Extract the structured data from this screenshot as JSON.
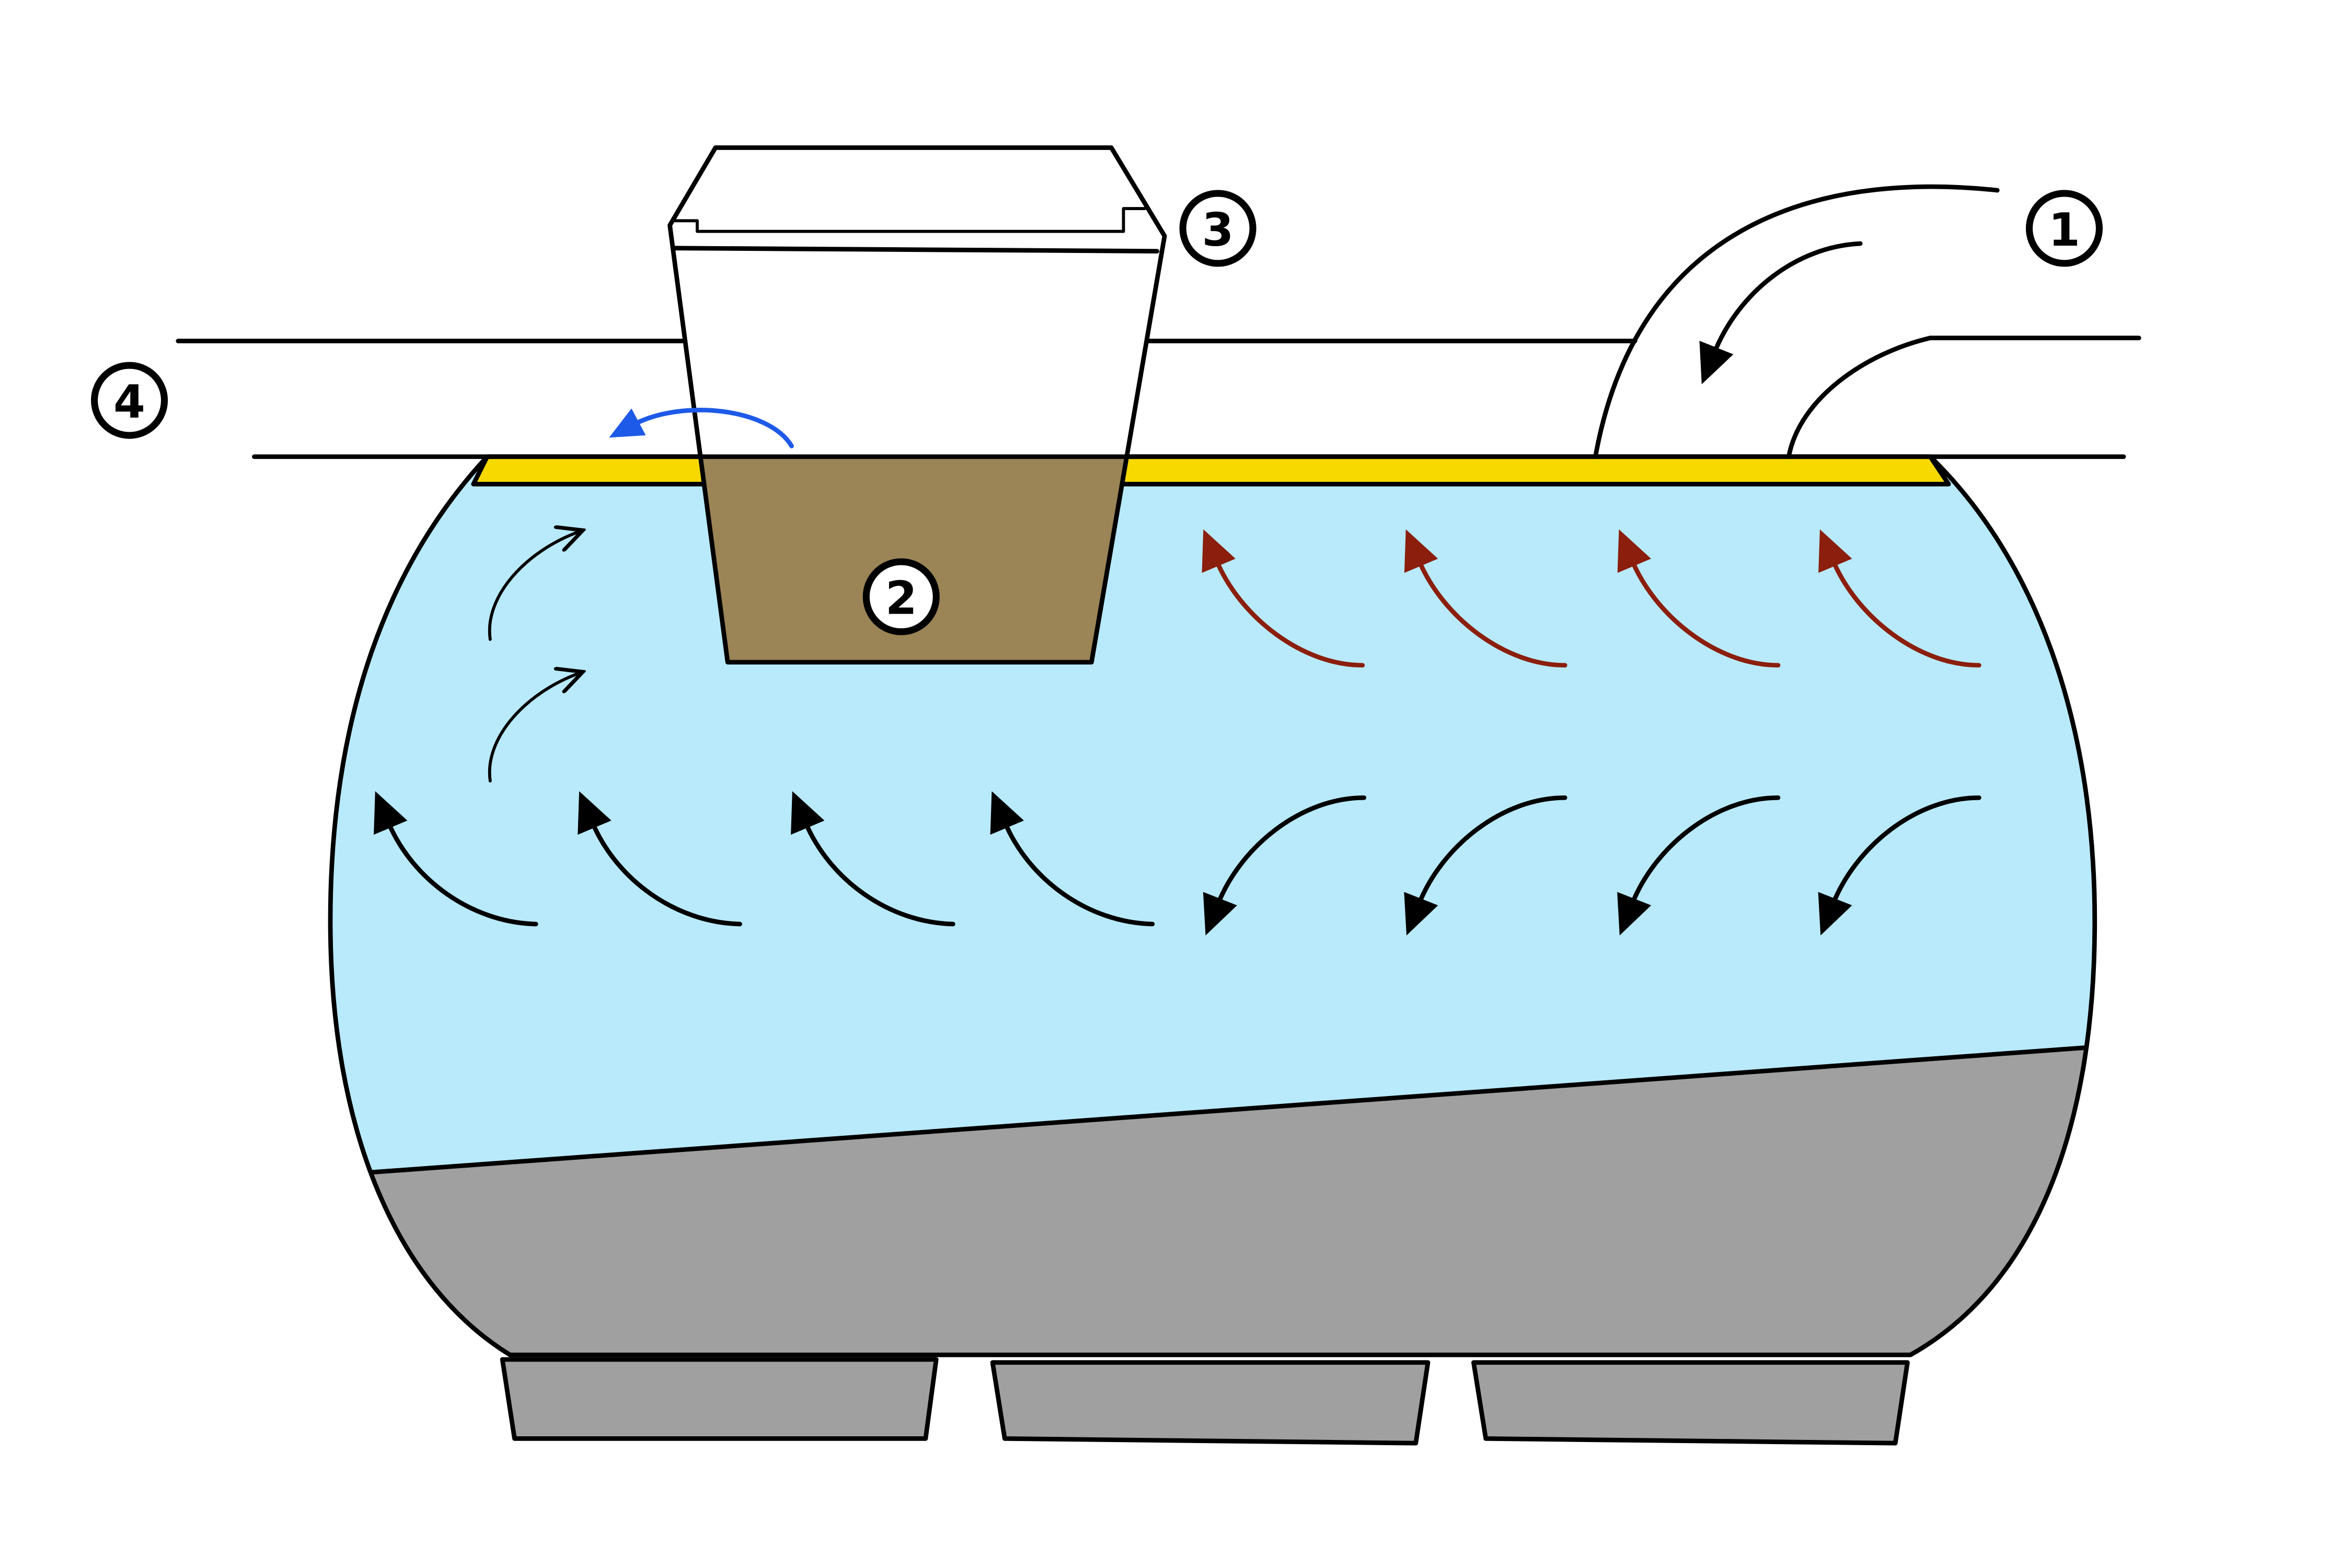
{
  "markers": [
    "1",
    "2",
    "3",
    "4"
  ],
  "colors": {
    "background": "#ffffff",
    "liquid": "#b8eafc",
    "sludge": "#a0a0a0",
    "support_feet": "#a0a0a0",
    "surface_layer": "#f7d900",
    "filter_media": "#9b8455",
    "lid": "#ffffff",
    "outline": "#000000",
    "red_arrow": "#8b1e0c",
    "blue_arrow": "#1e5ae8"
  }
}
